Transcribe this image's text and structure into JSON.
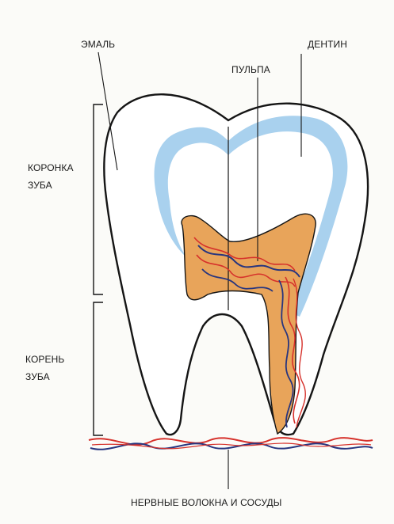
{
  "labels": {
    "enamel": "ЭМАЛЬ",
    "dentin": "ДЕНТИН",
    "pulp": "ПУЛЬПА",
    "crown_line1": "КОРОНКА",
    "crown_line2": "ЗУБА",
    "root_line1": "КОРЕНЬ",
    "root_line2": "ЗУБА",
    "nerves": "НЕРВНЫЕ ВОЛОКНА И СОСУДЫ"
  },
  "colors": {
    "enamel_layer": "#a9d1ee",
    "pulp": "#e8a45a",
    "vessels_red": "#d6312b",
    "vessels_blue": "#27357f",
    "outline": "#151515"
  }
}
